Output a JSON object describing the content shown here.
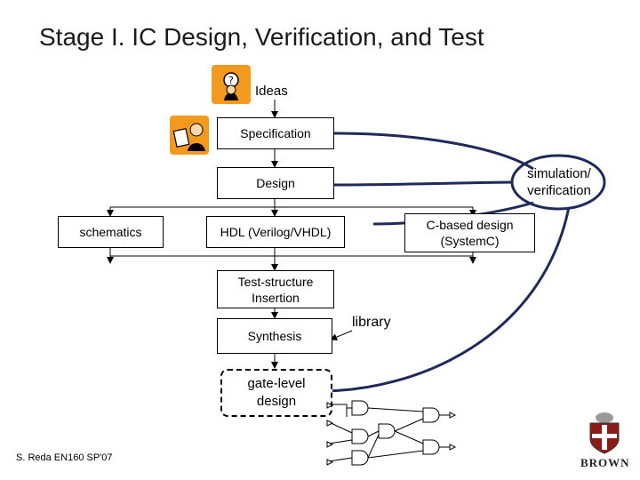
{
  "slide": {
    "title": "Stage I. IC Design, Verification, and Test",
    "footer": "S. Reda EN160 SP'07",
    "logo_text": "BROWN"
  },
  "flow": {
    "ideas": "Ideas",
    "specification": "Specification",
    "design": "Design",
    "schematics": "schematics",
    "hdl": "HDL (Verilog/VHDL)",
    "c_based_line1": "C-based design",
    "c_based_line2": "(SystemC)",
    "test_structure_line1": "Test-structure",
    "test_structure_line2": "Insertion",
    "synthesis": "Synthesis",
    "gate_level_line1": "gate-level",
    "gate_level_line2": "design",
    "simulation_line1": "simulation/",
    "simulation_line2": "verification",
    "library": "library"
  },
  "colors": {
    "loop_stroke": "#1f2a5a",
    "clipart_orange": "#f39a1e",
    "logo_red": "#8b1a1a"
  },
  "icons": [
    "idea-person-icon",
    "writing-person-icon",
    "gate-circuit-icon",
    "brown-shield-icon"
  ]
}
